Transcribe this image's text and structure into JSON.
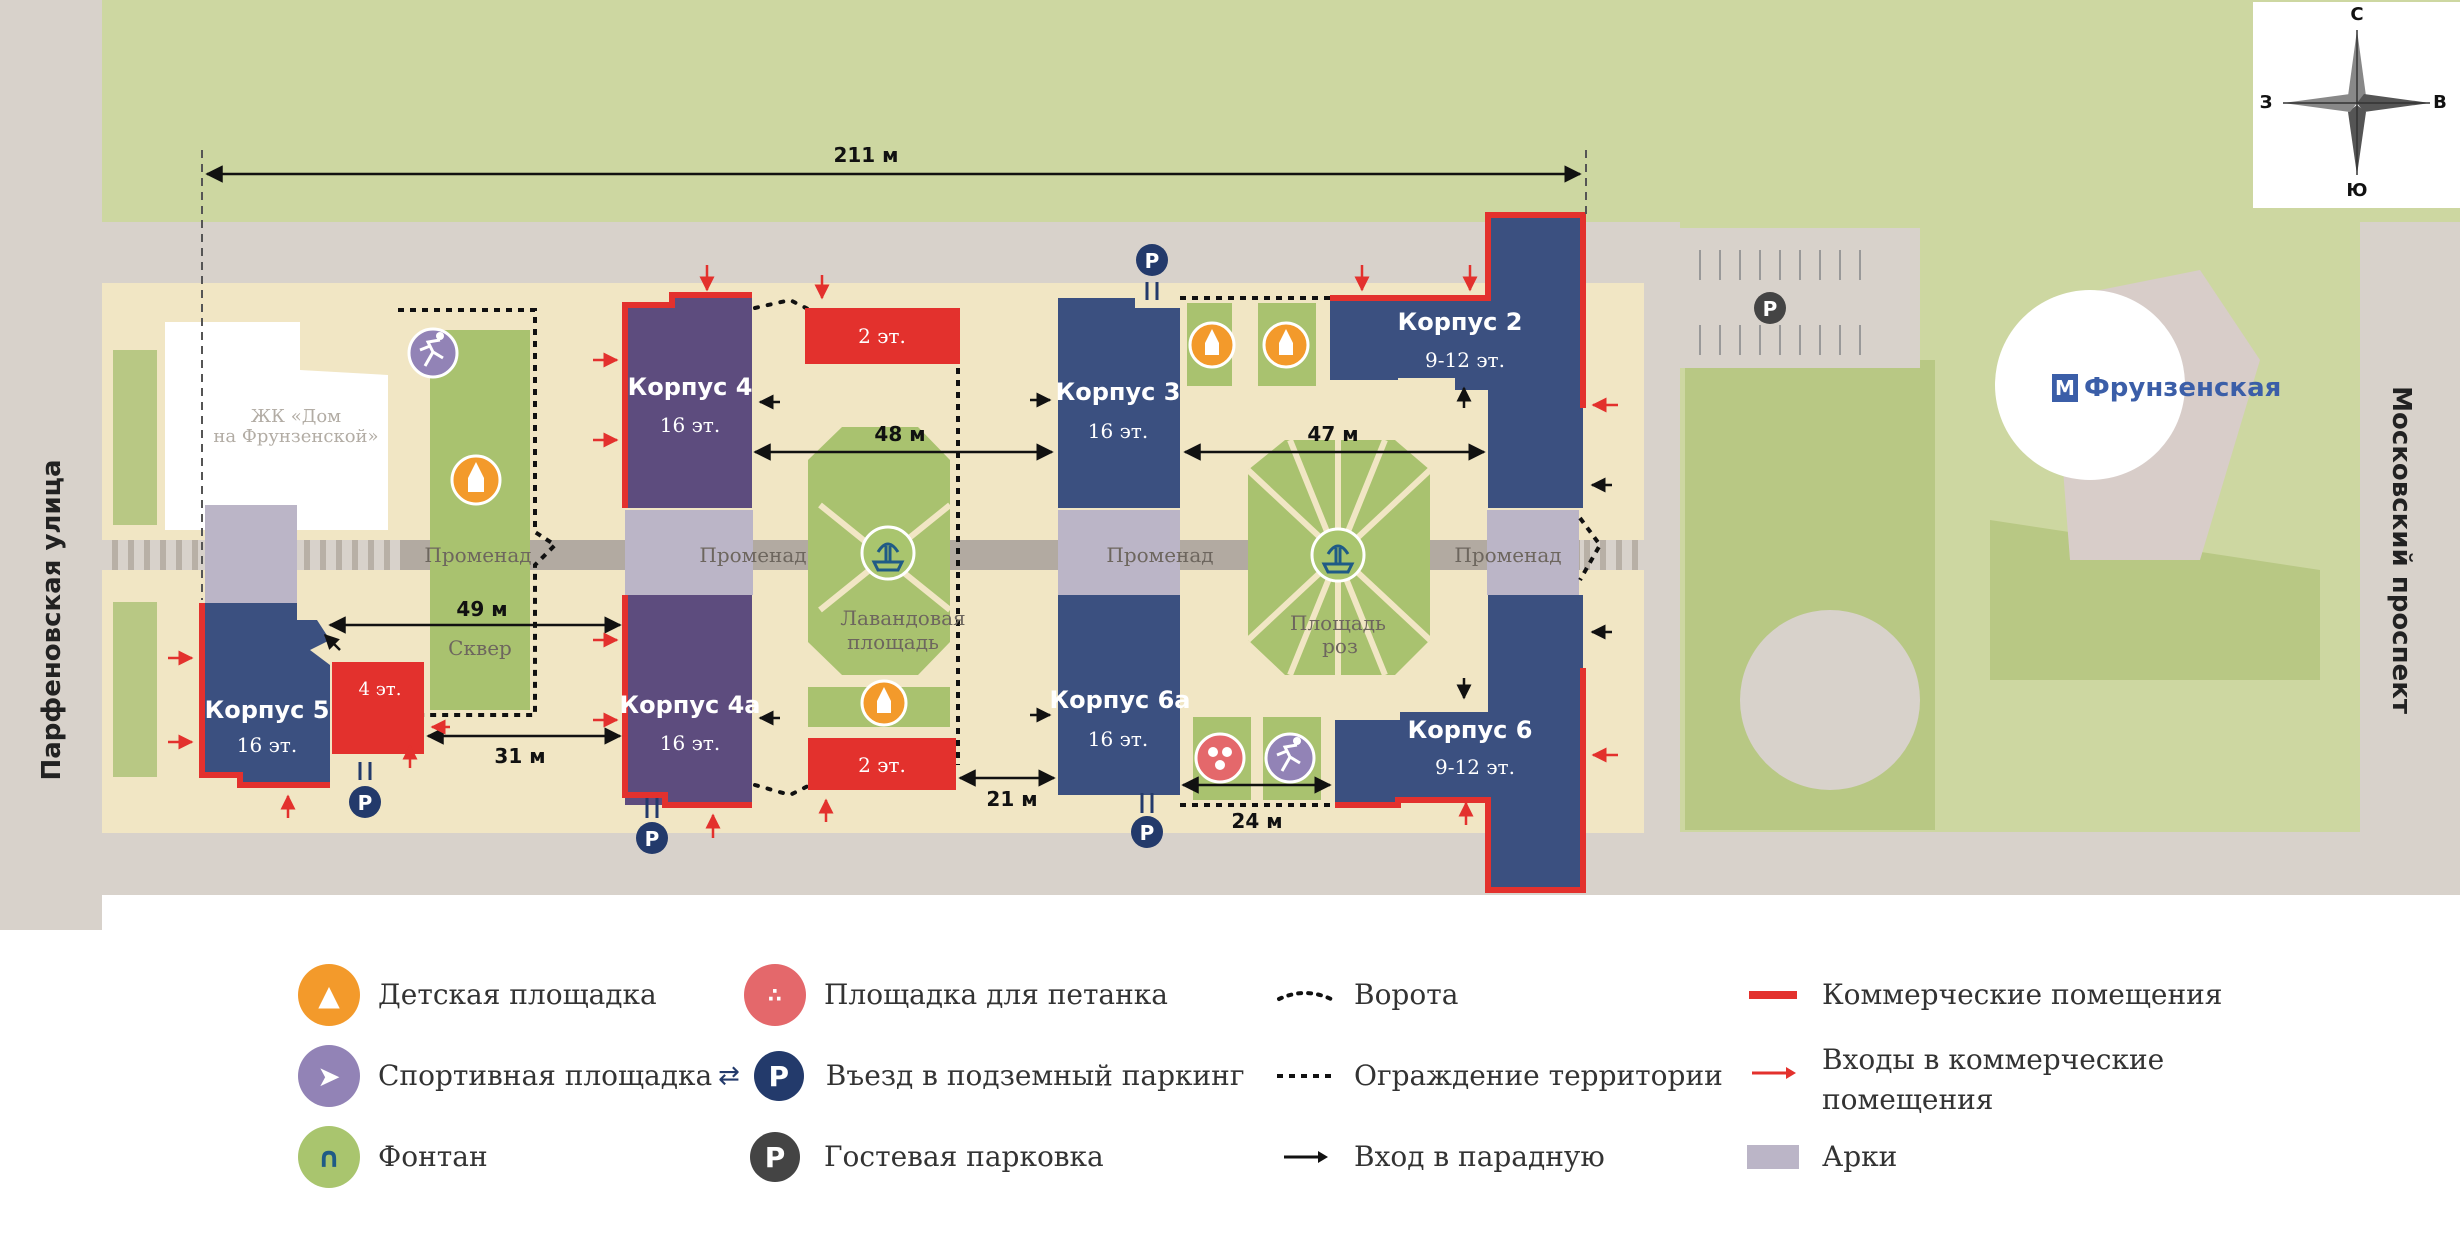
{
  "compass": {
    "north": "С",
    "south": "Ю",
    "west": "З",
    "east": "В"
  },
  "dimensions": {
    "total": "211 м",
    "d48": "48 м",
    "d47": "47 м",
    "d49": "49 м",
    "d31": "31 м",
    "d21": "21 м",
    "d24": "24 м"
  },
  "streets": {
    "left": "Парфеновская улица",
    "right": "Московский проспект"
  },
  "metro": {
    "name": "Фрунзенская",
    "letter": "М"
  },
  "existing_building": {
    "line1": "ЖК «Дом",
    "line2": "на Фрунзенской»"
  },
  "buildings": {
    "k2": {
      "name": "Корпус 2",
      "floors": "9-12 эт."
    },
    "k3": {
      "name": "Корпус 3",
      "floors": "16 эт."
    },
    "k4": {
      "name": "Корпус 4",
      "floors": "16 эт."
    },
    "k4a": {
      "name": "Корпус 4а",
      "floors": "16 эт."
    },
    "k5": {
      "name": "Корпус 5",
      "floors": "16 эт."
    },
    "k6": {
      "name": "Корпус 6",
      "floors": "9-12 эт."
    },
    "k6a": {
      "name": "Корпус 6а",
      "floors": "16 эт."
    },
    "c_top": "2 эт.",
    "c_bottom": "2 эт.",
    "c_k5": "4 эт."
  },
  "areas": {
    "promenade": "Променад",
    "square": "Сквер",
    "lavender_1": "Лавандовая",
    "lavender_2": "площадь",
    "roses_1": "Площадь",
    "roses_2": "роз"
  },
  "parking_letter": "P",
  "legend": {
    "kids": "Детская площадка",
    "sport": "Спортивная площадка",
    "fountain": "Фонтан",
    "petanque": "Площадка для петанка",
    "underground": "Въезд в подземный паркинг",
    "guest": "Гостевая парковка",
    "gates": "Ворота",
    "fence": "Ограждение территории",
    "entrance": "Вход в парадную",
    "commercial": "Коммерческие помещения",
    "commercial_entry_1": "Входы в коммерческие",
    "commercial_entry_2": "помещения",
    "arches": "Арки"
  },
  "colors": {
    "building": "#3b5080",
    "building4": "#5d4c7e",
    "commercial": "#e3312d",
    "lawn": "#a9c26f",
    "territory": "#f1e6c4",
    "road": "#d8d2cb",
    "park": "#cdd7a1",
    "kids": "#f39a2b",
    "sport": "#9283b6",
    "fountain": "#a9c56e",
    "petanque": "#e4686b",
    "arch": "#bbb5c7"
  }
}
